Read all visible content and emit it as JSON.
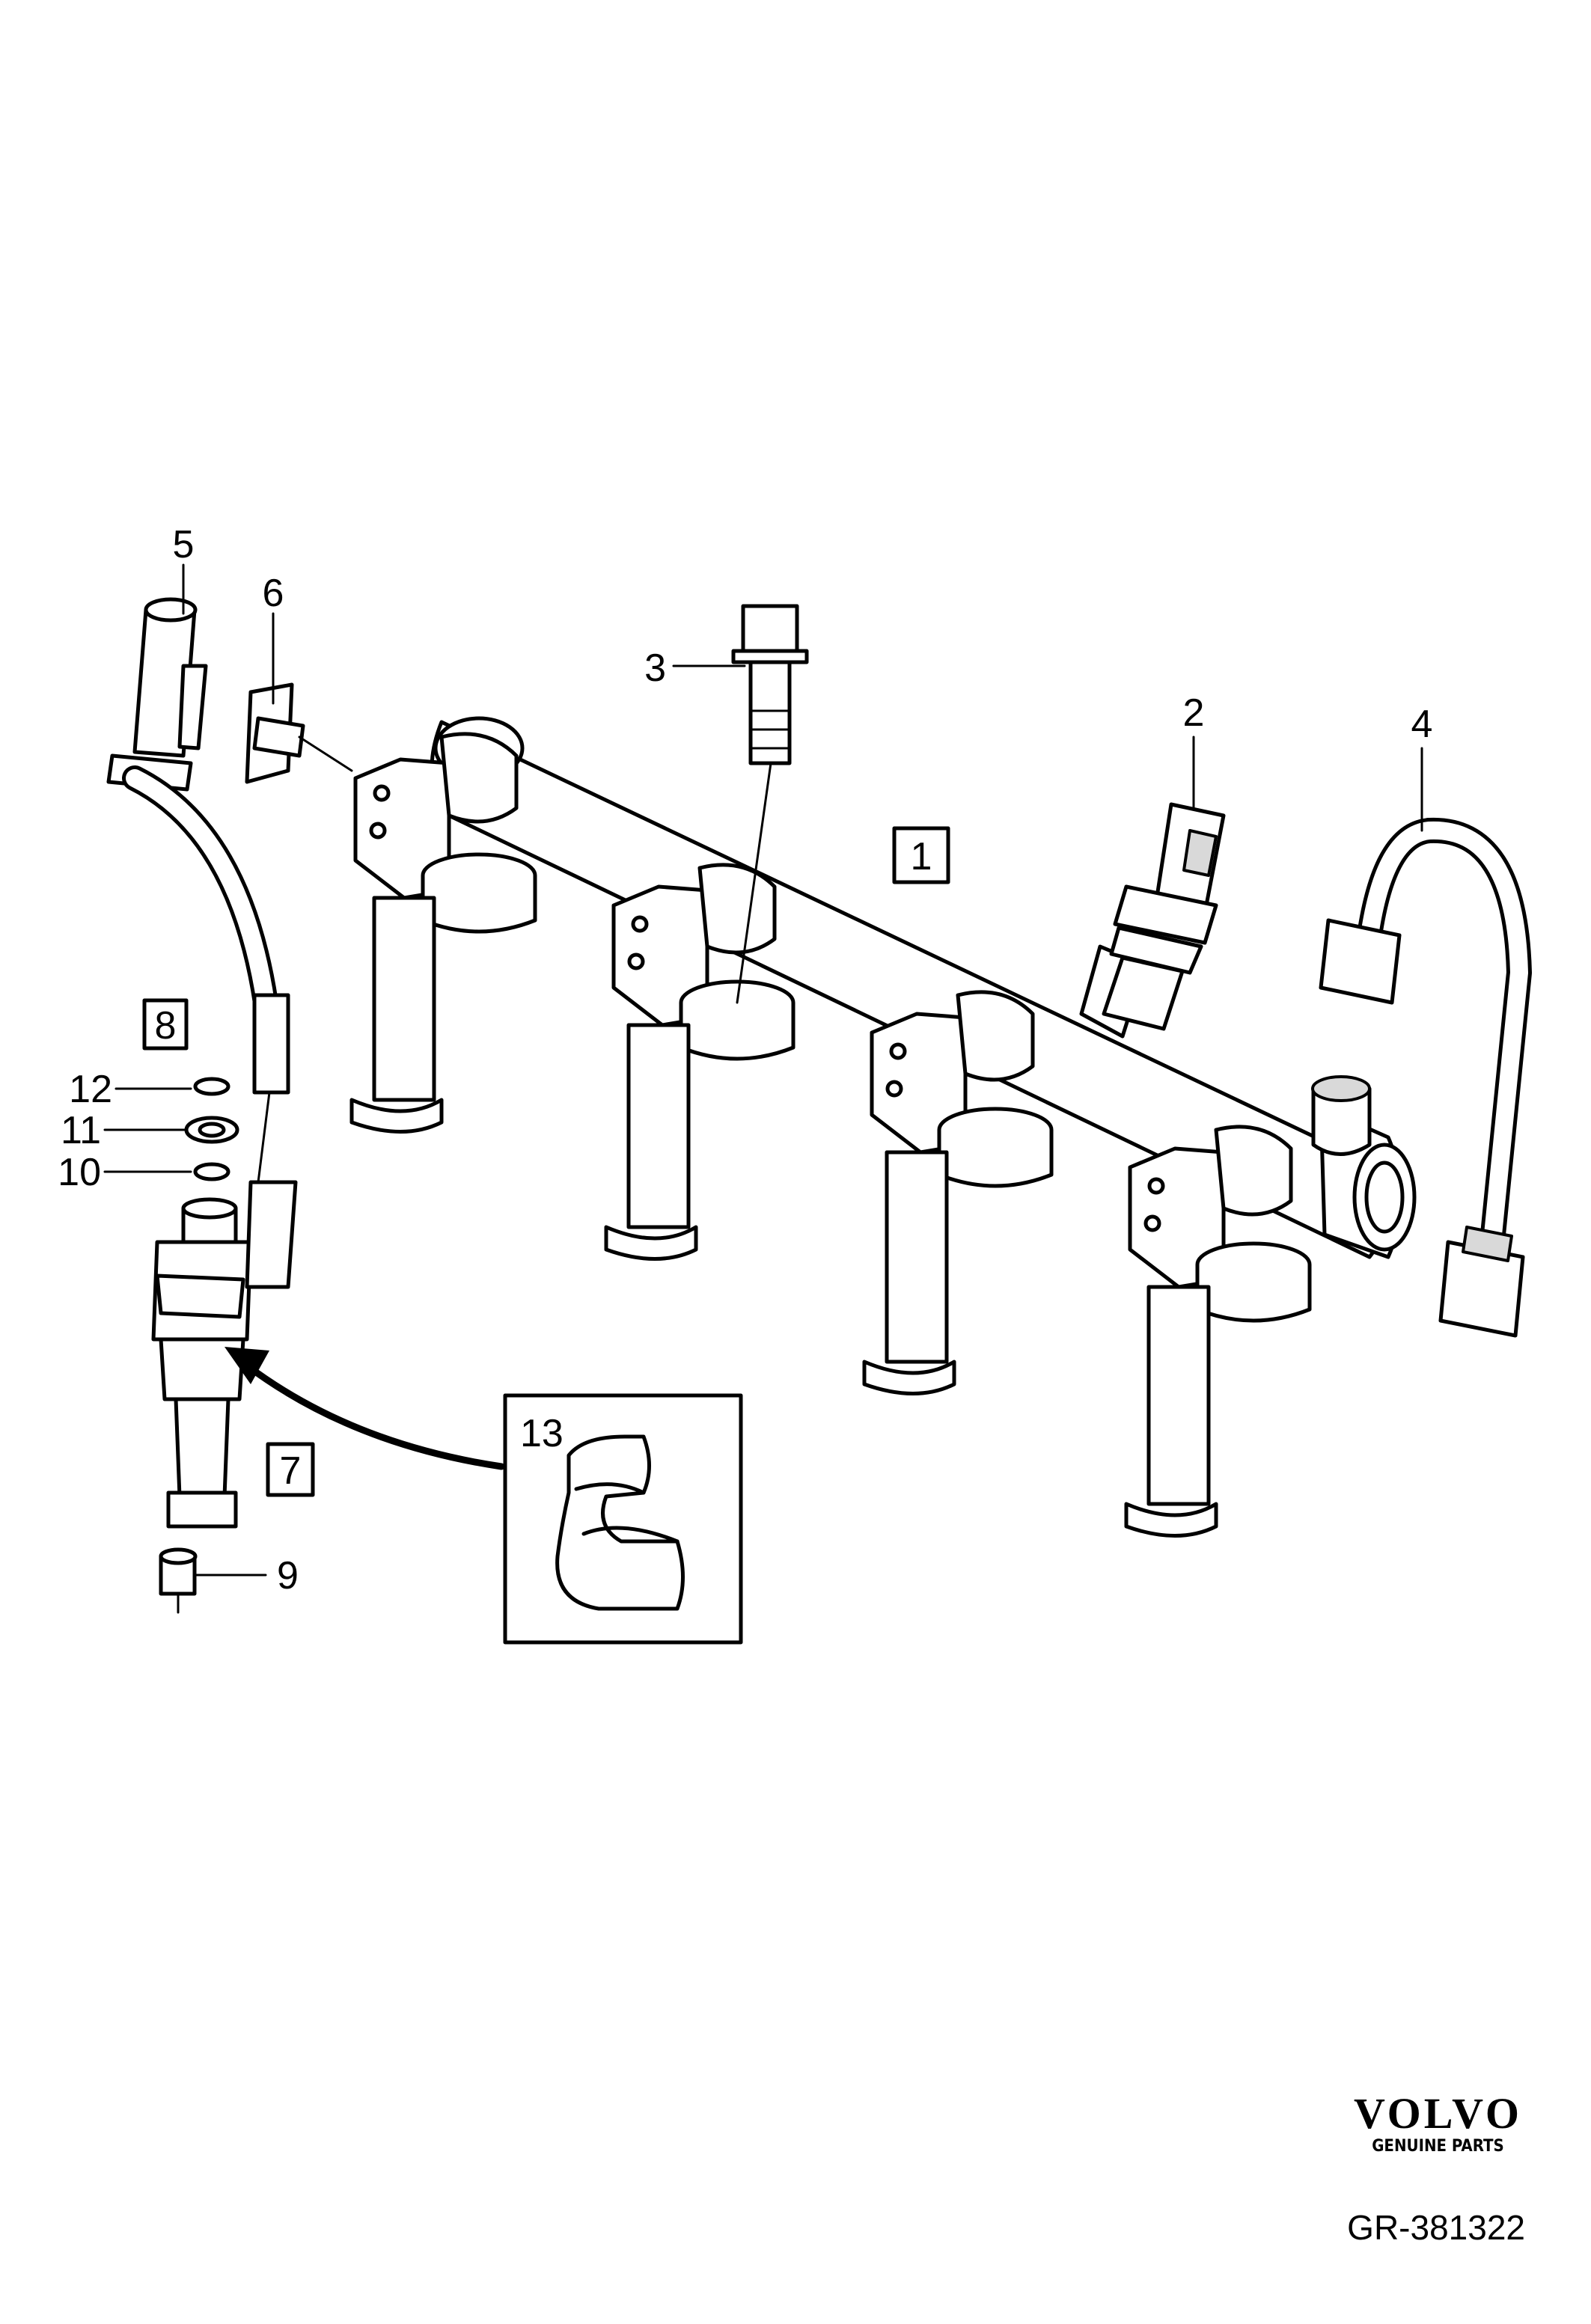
{
  "callouts": {
    "c1": "1",
    "c2": "2",
    "c3": "3",
    "c4": "4",
    "c5": "5",
    "c6": "6",
    "c7": "7",
    "c8": "8",
    "c9": "9",
    "c10": "10",
    "c11": "11",
    "c12": "12",
    "c13": "13"
  },
  "brand": {
    "logo": "VOLVO",
    "tagline": "GENUINE PARTS"
  },
  "reference": "GR-381322"
}
